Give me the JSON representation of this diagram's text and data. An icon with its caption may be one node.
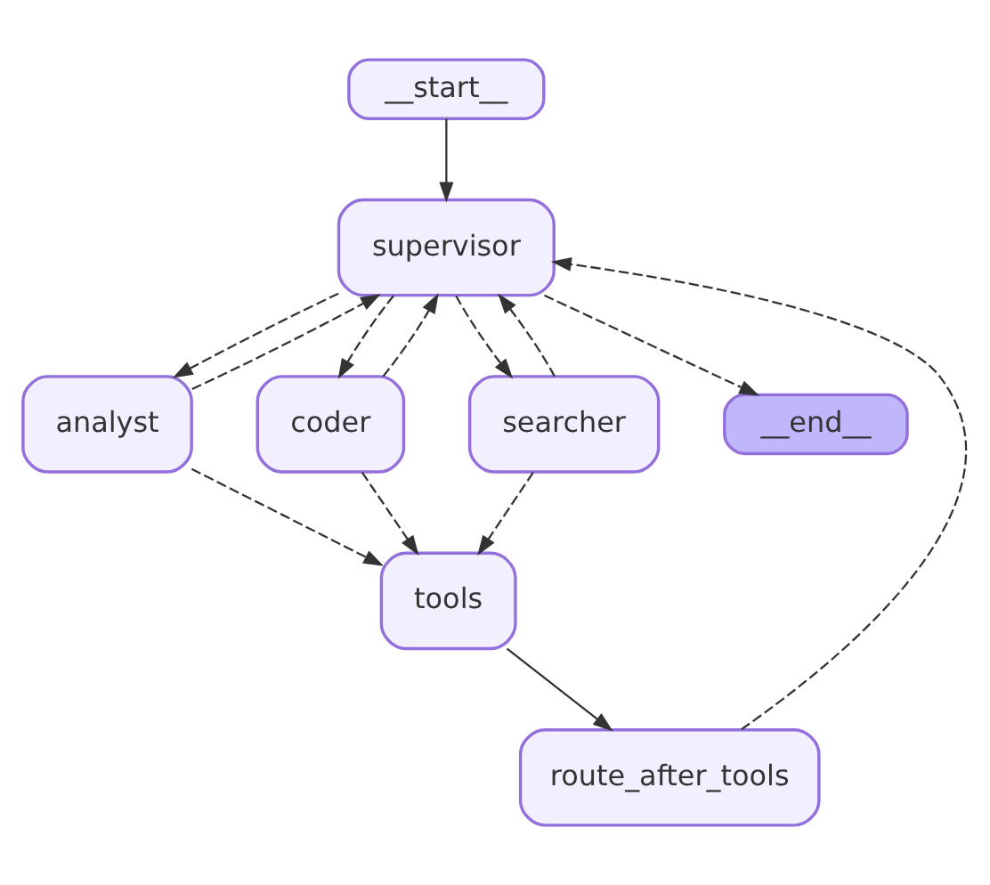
{
  "diagram": {
    "nodes": [
      {
        "text": [
          "__start__"
        ]
      },
      {
        "text": [
          "supervisor"
        ]
      },
      {
        "text": [
          "analyst"
        ]
      },
      {
        "text": [
          "coder"
        ]
      },
      {
        "text": [
          "searcher"
        ]
      },
      {
        "text": [
          "__end__"
        ]
      },
      {
        "text": [
          "tools"
        ]
      },
      {
        "text": [
          "route_after_tools"
        ]
      }
    ],
    "edges": [
      {
        "from": 0,
        "to": 1,
        "arrow": "to"
      },
      {
        "from": 1,
        "to": 2,
        "arrow": "to",
        "style": "dashed"
      },
      {
        "from": 2,
        "to": 1,
        "arrow": "to",
        "style": "dashed"
      },
      {
        "from": 1,
        "to": 3,
        "arrow": "to",
        "style": "dashed"
      },
      {
        "from": 3,
        "to": 1,
        "arrow": "to",
        "style": "dashed"
      },
      {
        "from": 1,
        "to": 4,
        "arrow": "to",
        "style": "dashed"
      },
      {
        "from": 4,
        "to": 1,
        "arrow": "to",
        "style": "dashed"
      },
      {
        "from": 1,
        "to": 5,
        "arrow": "to",
        "style": "dashed"
      },
      {
        "from": 2,
        "to": 6,
        "arrow": "to",
        "style": "dashed"
      },
      {
        "from": 3,
        "to": 6,
        "arrow": "to",
        "style": "dashed"
      },
      {
        "from": 4,
        "to": 6,
        "arrow": "to",
        "style": "dashed"
      },
      {
        "from": 6,
        "to": 7,
        "arrow": "to"
      },
      {
        "from": 7,
        "to": 1,
        "arrow": "to",
        "style": "dashed"
      }
    ]
  }
}
